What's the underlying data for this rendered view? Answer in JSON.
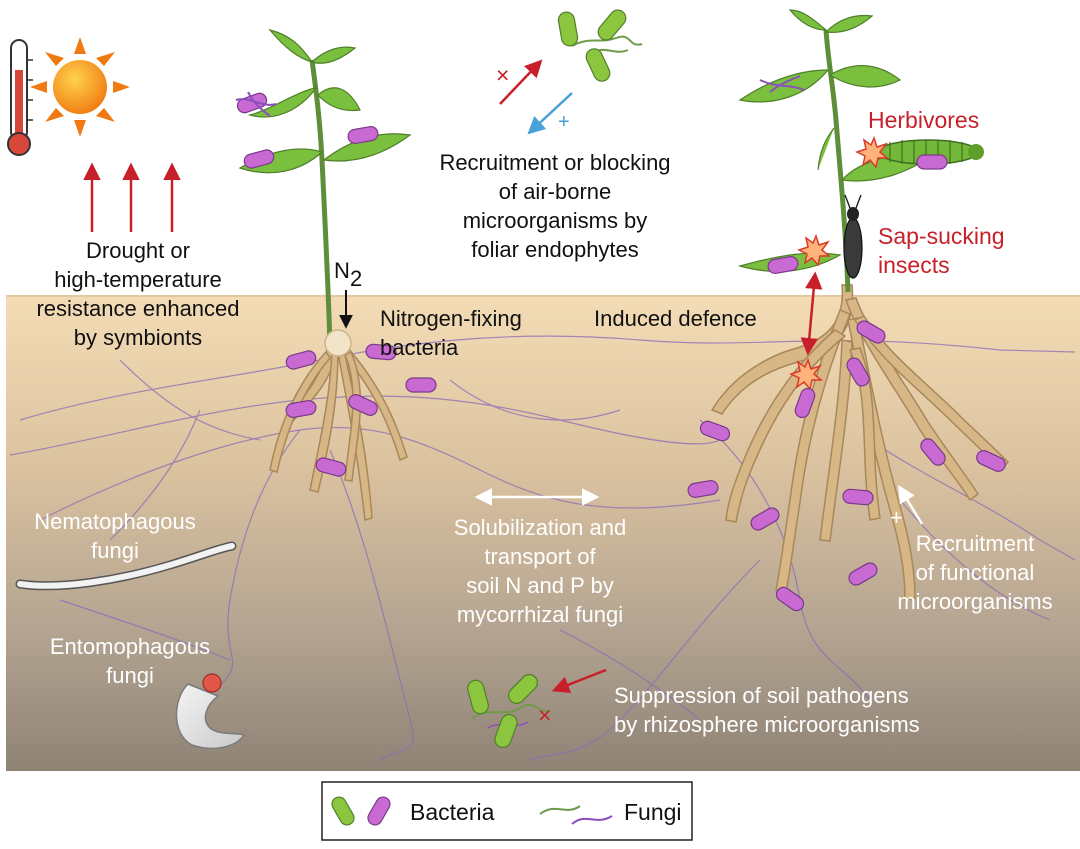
{
  "labels": {
    "drought": [
      "Drought or",
      "high-temperature",
      "resistance enhanced",
      "by symbionts"
    ],
    "n2_main": "N",
    "n2_sub": "2",
    "nitrogen": [
      "Nitrogen-fixing",
      "bacteria"
    ],
    "recruit_air": [
      "Recruitment or blocking",
      "of air-borne",
      "microorganisms by",
      "foliar endophytes"
    ],
    "induced": "Induced defence",
    "herbivores": "Herbivores",
    "sap": [
      "Sap-sucking",
      "insects"
    ],
    "nematophagous": [
      "Nematophagous",
      "fungi"
    ],
    "entomophagous": [
      "Entomophagous",
      "fungi"
    ],
    "solubilization": [
      "Solubilization and",
      "transport of",
      "soil N and P by",
      "mycorrhizal fungi"
    ],
    "recruit_func": [
      "Recruitment",
      "of functional",
      "microorganisms"
    ],
    "suppression": [
      "Suppression of soil pathogens",
      "by rhizosphere microorganisms"
    ],
    "sym_x": "×",
    "sym_plus": "+"
  },
  "legend": {
    "bacteria": "Bacteria",
    "fungi": "Fungi"
  },
  "colors": {
    "bacteria_green": "#8cc63e",
    "bacteria_purple": "#c86ad2",
    "fungi_green": "#6f9a4a",
    "fungi_purple": "#8a4fc0",
    "arrow_red": "#c8202a",
    "arrow_blue": "#4aa0d8",
    "leaf": "#7bbf3f",
    "root": "#d7b786"
  }
}
